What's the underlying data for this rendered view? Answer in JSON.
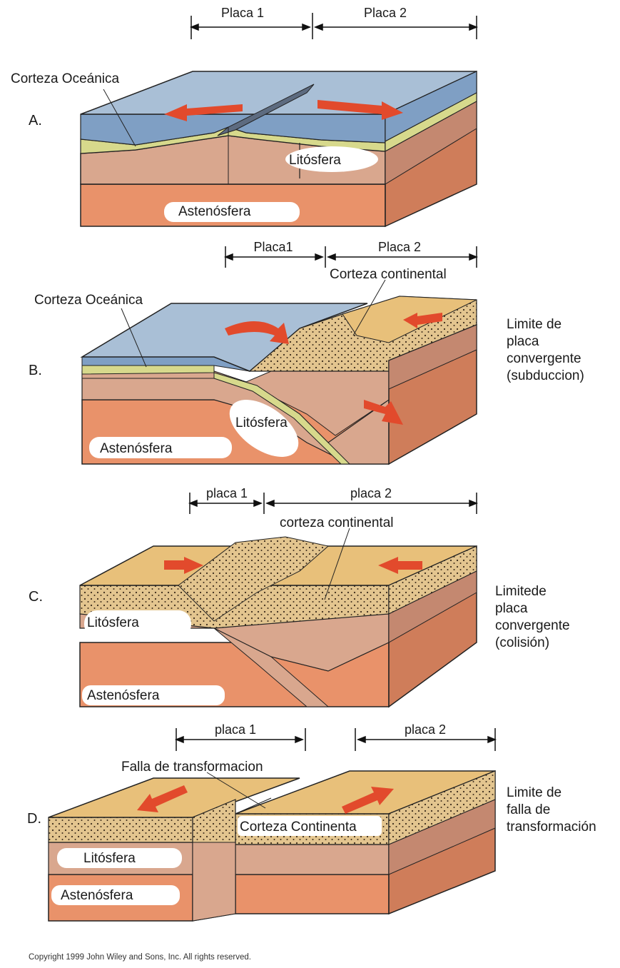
{
  "panels": {
    "a": {
      "letter": "A.",
      "plate1": "Placa 1",
      "plate2": "Placa 2",
      "oceanic_crust": "Corteza Oceánica",
      "lithosphere": "Litósfera",
      "asthenosphere": "Astenósfera"
    },
    "b": {
      "letter": "B.",
      "plate1": "Placa1",
      "plate2": "Placa 2",
      "continental_crust": "Corteza continental",
      "oceanic_crust": "Corteza Oceánica",
      "lithosphere": "Litósfera",
      "asthenosphere": "Astenósfera",
      "boundary_lines": [
        "Limite de",
        "placa",
        "convergente",
        "(subduccion)"
      ]
    },
    "c": {
      "letter": "C.",
      "plate1": "placa 1",
      "plate2": "placa 2",
      "continental_crust": "corteza continental",
      "lithosphere": "Litósfera",
      "asthenosphere": "Astenósfera",
      "boundary_lines": [
        "Limitede",
        "placa",
        "convergente",
        "(colisión)"
      ]
    },
    "d": {
      "letter": "D.",
      "plate1": "placa 1",
      "plate2": "placa 2",
      "fault": "Falla de transformacion",
      "continental_crust": "Corteza Continenta",
      "lithosphere": "Litósfera",
      "asthenosphere": "Astenósfera",
      "boundary_lines": [
        "Limite de",
        "falla de",
        "transformación"
      ]
    }
  },
  "copyright": "Copyright 1999 John Wiley and Sons, Inc. All rights reserved.",
  "colors": {
    "ocean_top": "#a9bfd6",
    "ocean_front": "#7f9fc4",
    "oceanic_crust": "#d7d98c",
    "lithosphere": "#d9a78e",
    "asthenosphere": "#e9926a",
    "continental": "#e8c07a",
    "arrow": "#e24a2c"
  }
}
